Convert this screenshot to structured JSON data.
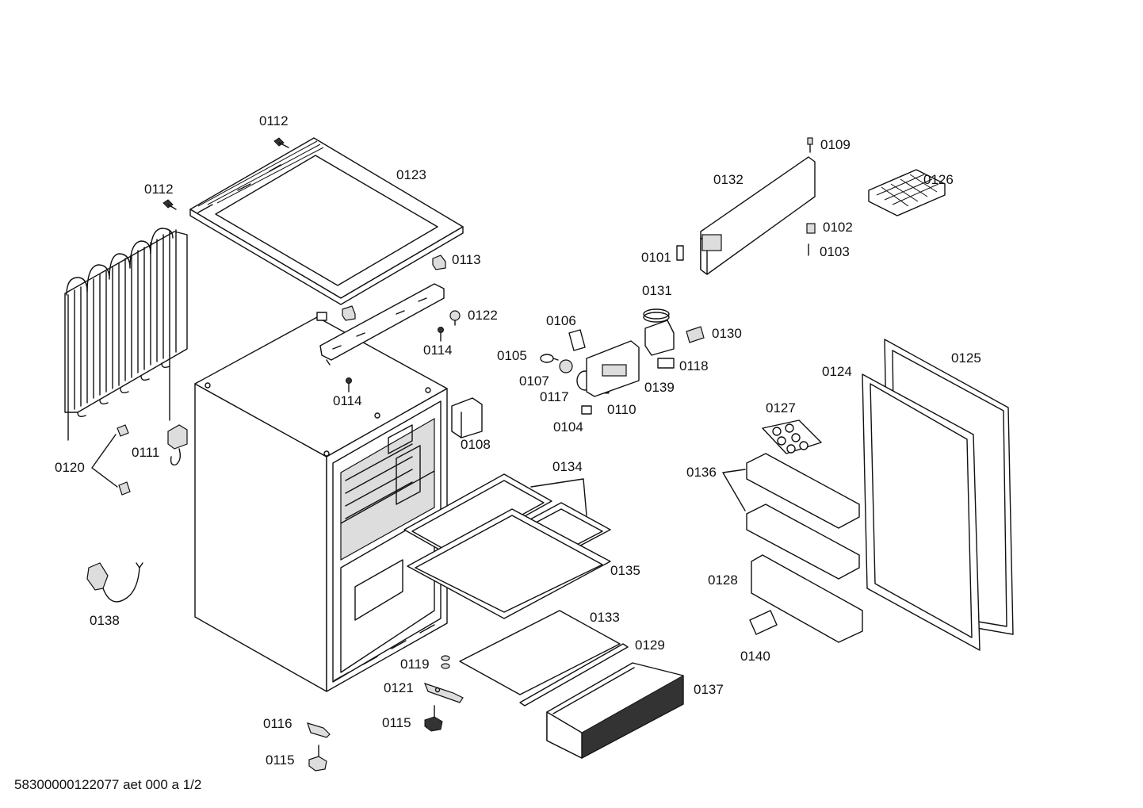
{
  "callouts": [
    {
      "id": "0112a",
      "text": "0112"
    },
    {
      "id": "0123",
      "text": "0123"
    },
    {
      "id": "0112b",
      "text": "0112"
    },
    {
      "id": "0113",
      "text": "0113"
    },
    {
      "id": "0122",
      "text": "0122"
    },
    {
      "id": "0114a",
      "text": "0114"
    },
    {
      "id": "0114b",
      "text": "0114"
    },
    {
      "id": "0120",
      "text": "0120"
    },
    {
      "id": "0111",
      "text": "0111"
    },
    {
      "id": "0138",
      "text": "0138"
    },
    {
      "id": "0108",
      "text": "0108"
    },
    {
      "id": "0134",
      "text": "0134"
    },
    {
      "id": "0135",
      "text": "0135"
    },
    {
      "id": "0133",
      "text": "0133"
    },
    {
      "id": "0129",
      "text": "0129"
    },
    {
      "id": "0137",
      "text": "0137"
    },
    {
      "id": "0119",
      "text": "0119"
    },
    {
      "id": "0121",
      "text": "0121"
    },
    {
      "id": "0115a",
      "text": "0115"
    },
    {
      "id": "0116",
      "text": "0116"
    },
    {
      "id": "0115b",
      "text": "0115"
    },
    {
      "id": "0106",
      "text": "0106"
    },
    {
      "id": "0105",
      "text": "0105"
    },
    {
      "id": "0107",
      "text": "0107"
    },
    {
      "id": "0117",
      "text": "0117"
    },
    {
      "id": "0104",
      "text": "0104"
    },
    {
      "id": "0110",
      "text": "0110"
    },
    {
      "id": "0139",
      "text": "0139"
    },
    {
      "id": "0131",
      "text": "0131"
    },
    {
      "id": "0130",
      "text": "0130"
    },
    {
      "id": "0118",
      "text": "0118"
    },
    {
      "id": "0132",
      "text": "0132"
    },
    {
      "id": "0109",
      "text": "0109"
    },
    {
      "id": "0126",
      "text": "0126"
    },
    {
      "id": "0102",
      "text": "0102"
    },
    {
      "id": "0101",
      "text": "0101"
    },
    {
      "id": "0103",
      "text": "0103"
    },
    {
      "id": "0124",
      "text": "0124"
    },
    {
      "id": "0125",
      "text": "0125"
    },
    {
      "id": "0127",
      "text": "0127"
    },
    {
      "id": "0136",
      "text": "0136"
    },
    {
      "id": "0128",
      "text": "0128"
    },
    {
      "id": "0140",
      "text": "0140"
    }
  ],
  "footer": {
    "text": "58300000122077 aet 000 a 1/2"
  }
}
